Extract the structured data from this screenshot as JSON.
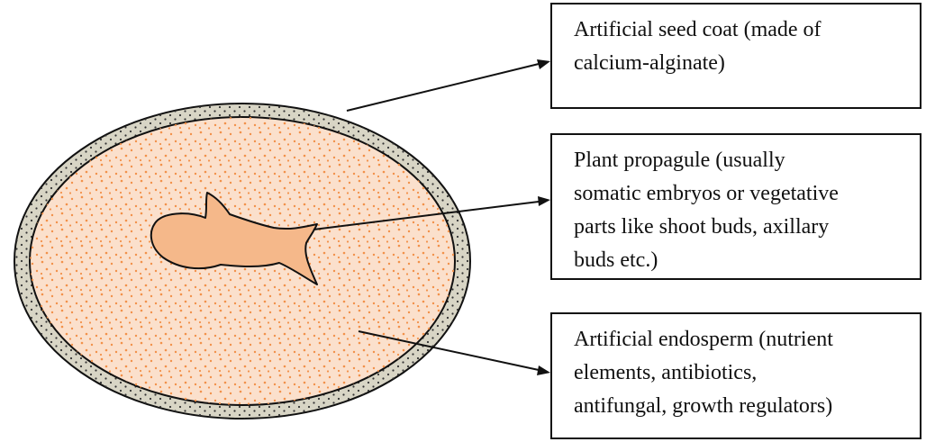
{
  "labels": {
    "seed_coat": {
      "line1": "Artificial seed coat (made of",
      "line2": "calcium-alginate)"
    },
    "propagule": {
      "line1": "Plant propagule (usually",
      "line2": "somatic embryos or vegetative",
      "line3": "parts like shoot buds, axillary",
      "line4": "buds etc.)"
    },
    "endosperm": {
      "line1": "Artificial endosperm (nutrient",
      "line2": "elements, antibiotics,",
      "line3": "antifungal, growth regulators)"
    }
  },
  "colors": {
    "seed_coat": "#d8d5c5",
    "endosperm_fill": "#fbe0cc",
    "endosperm_dots": "#f2914a",
    "embryo_fill": "#f5b88a",
    "outline": "#111111"
  }
}
